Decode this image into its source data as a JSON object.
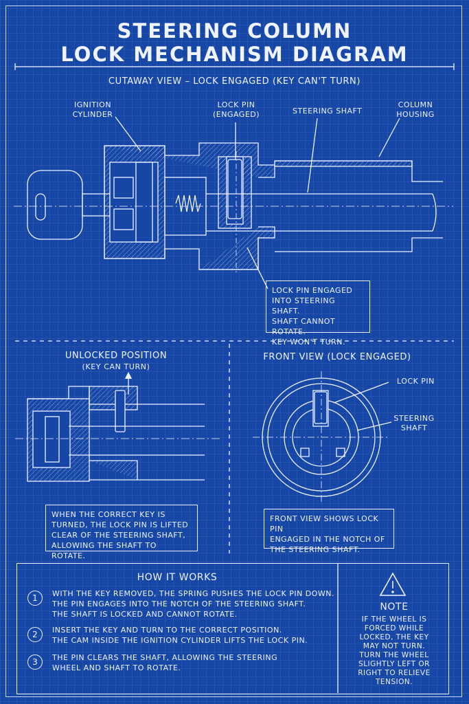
{
  "title": {
    "line1": "STEERING COLUMN",
    "line2": "LOCK MECHANISM DIAGRAM"
  },
  "cutaway": {
    "heading": "CUTAWAY VIEW – LOCK ENGAGED (KEY CAN'T TURN)",
    "labels": {
      "ignition": [
        "IGNITION",
        "CYLINDER"
      ],
      "lock_pin": [
        "LOCK PIN",
        "(ENGAGED)"
      ],
      "shaft": "STEERING SHAFT",
      "housing": [
        "COLUMN",
        "HOUSING"
      ]
    },
    "note": [
      "LOCK PIN ENGAGED",
      "INTO STEERING SHAFT.",
      "SHAFT CANNOT ROTATE.",
      "KEY WON'T TURN."
    ]
  },
  "unlocked": {
    "heading": "UNLOCKED POSITION",
    "subheading": "(KEY CAN TURN)",
    "note": [
      "WHEN THE CORRECT KEY IS",
      "TURNED, THE LOCK PIN IS LIFTED",
      "CLEAR OF THE STEERING SHAFT,",
      "ALLOWING THE SHAFT TO ROTATE."
    ]
  },
  "front": {
    "heading": "FRONT VIEW (LOCK ENGAGED)",
    "labels": {
      "lock_pin": "LOCK PIN",
      "shaft": [
        "STEERING",
        "SHAFT"
      ]
    },
    "note": [
      "FRONT VIEW SHOWS LOCK PIN",
      "ENGAGED IN THE NOTCH OF",
      "THE STEERING SHAFT."
    ]
  },
  "how": {
    "heading": "HOW IT WORKS",
    "steps": [
      {
        "num": "1",
        "lines": [
          "WITH THE KEY REMOVED, THE SPRING PUSHES THE LOCK PIN DOWN.",
          "THE PIN ENGAGES INTO THE NOTCH OF THE STEERING SHAFT.",
          "THE SHAFT IS LOCKED AND CANNOT ROTATE."
        ]
      },
      {
        "num": "2",
        "lines": [
          "INSERT THE KEY AND TURN TO THE CORRECT POSITION.",
          "THE CAM INSIDE THE IGNITION CYLINDER LIFTS THE LOCK PIN."
        ]
      },
      {
        "num": "3",
        "lines": [
          "THE PIN CLEARS THE SHAFT, ALLOWING THE STEERING",
          "WHEEL AND SHAFT TO ROTATE."
        ]
      }
    ]
  },
  "note": {
    "icon": "warning-icon",
    "heading": "NOTE",
    "lines": [
      "IF THE WHEEL IS",
      "FORCED WHILE",
      "LOCKED, THE KEY",
      "MAY NOT TURN.",
      "TURN THE WHEEL",
      "SLIGHTLY LEFT OR",
      "RIGHT TO RELIEVE",
      "TENSION."
    ]
  },
  "colors": {
    "background": "#1747a6",
    "line": "#eef3ff"
  }
}
